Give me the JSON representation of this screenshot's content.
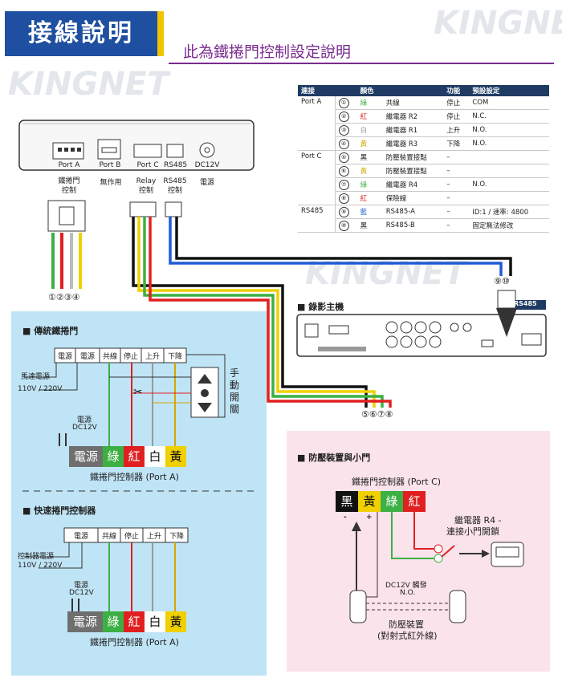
{
  "header": {
    "title": "接線說明",
    "subtitle": "此為鐵捲門控制設定說明",
    "watermark": "KINGNET"
  },
  "device": {
    "ports": [
      "Port A",
      "Port B",
      "Port C",
      "RS485",
      "DC12V"
    ],
    "labels": [
      [
        "鐵捲門",
        "控制"
      ],
      [
        "無作用"
      ],
      [
        "Relay",
        "控制"
      ],
      [
        "RS485",
        "控制"
      ],
      [
        "電源"
      ]
    ],
    "connector_numbers": "①②③④"
  },
  "table": {
    "headers": [
      "連接",
      "",
      "顏色",
      "",
      "功能",
      "預設設定"
    ],
    "rows": [
      {
        "port": "Port A",
        "num": "①",
        "color": "綠",
        "color_hex": "#3cb043",
        "name": "共線",
        "func": "停止",
        "setting": "COM"
      },
      {
        "port": "",
        "num": "②",
        "color": "紅",
        "color_hex": "#e02020",
        "name": "繼電器 R2",
        "func": "停止",
        "setting": "N.C."
      },
      {
        "port": "",
        "num": "③",
        "color": "白",
        "color_hex": "#999999",
        "name": "繼電器 R1",
        "func": "上升",
        "setting": "N.O."
      },
      {
        "port": "",
        "num": "④",
        "color": "黃",
        "color_hex": "#d4a800",
        "name": "繼電器 R3",
        "func": "下降",
        "setting": "N.O."
      },
      {
        "port": "Port C",
        "num": "⑤",
        "color": "黑",
        "color_hex": "#111111",
        "name": "防壓裝置接點",
        "func": "–",
        "setting": ""
      },
      {
        "port": "",
        "num": "⑥",
        "color": "黃",
        "color_hex": "#d4a800",
        "name": "防壓裝置接點",
        "func": "–",
        "setting": ""
      },
      {
        "port": "",
        "num": "⑦",
        "color": "綠",
        "color_hex": "#3cb043",
        "name": "繼電器 R4",
        "func": "–",
        "setting": "N.O."
      },
      {
        "port": "",
        "num": "⑧",
        "color": "紅",
        "color_hex": "#e02020",
        "name": "保險線",
        "func": "–",
        "setting": ""
      },
      {
        "port": "RS485",
        "num": "⑨",
        "color": "藍",
        "color_hex": "#1e5bd6",
        "name": "RS485-A",
        "func": "–",
        "setting": "ID:1 / 速率: 4800"
      },
      {
        "port": "",
        "num": "⑩",
        "color": "黑",
        "color_hex": "#111111",
        "name": "RS485-B",
        "func": "–",
        "setting": "固定無法修改"
      }
    ]
  },
  "nvr": {
    "title": "錄影主機",
    "rs485_label": "RS485",
    "connector_numbers": "⑨⑩",
    "bottom_numbers": "⑤⑥⑦⑧"
  },
  "panel_left": {
    "traditional": {
      "title": "傳統鐵捲門",
      "terminals": [
        "電源",
        "電源",
        "共線",
        "停止",
        "上升",
        "下降"
      ],
      "mains": "馬達電源",
      "mains_v": "110V / 220V",
      "dc_label": "電源",
      "dc_v": "DC12V",
      "switch_label": "手動開關",
      "ctrl_cells": [
        "電源",
        "綠",
        "紅",
        "白",
        "黃"
      ],
      "ctrl_caption": "鐵捲門控制器 (Port A)"
    },
    "fast": {
      "title": "快速捲門控制器",
      "terminals": [
        "電源",
        "共線",
        "停止",
        "上升",
        "下降"
      ],
      "mains": "控制器電源",
      "mains_v": "110V / 220V",
      "dc_label": "電源",
      "dc_v": "DC12V",
      "ctrl_cells": [
        "電源",
        "綠",
        "紅",
        "白",
        "黃"
      ],
      "ctrl_caption": "鐵捲門控制器 (Port A)"
    }
  },
  "panel_right": {
    "title": "防壓裝置與小門",
    "ctrl_caption": "鐵捲門控制器 (Port C)",
    "ctrl_cells": [
      "黑",
      "黃",
      "綠",
      "紅"
    ],
    "minus": "-",
    "plus": "+",
    "relay_label": "繼電器 R4 -",
    "relay_label2": "連接小門開鎖",
    "trigger": "DC12V 觸發",
    "trigger2": "N.O.",
    "device": "防壓裝置",
    "device2": "(對射式紅外線)"
  },
  "colors": {
    "green": "#3cb043",
    "red": "#e02020",
    "white": "#ffffff",
    "yellow": "#f0d000",
    "blue": "#1e5bd6",
    "black": "#111111",
    "panel_blue": "#bfe4f6",
    "panel_pink": "#fbe3ec",
    "header": "#1e4fa0"
  }
}
